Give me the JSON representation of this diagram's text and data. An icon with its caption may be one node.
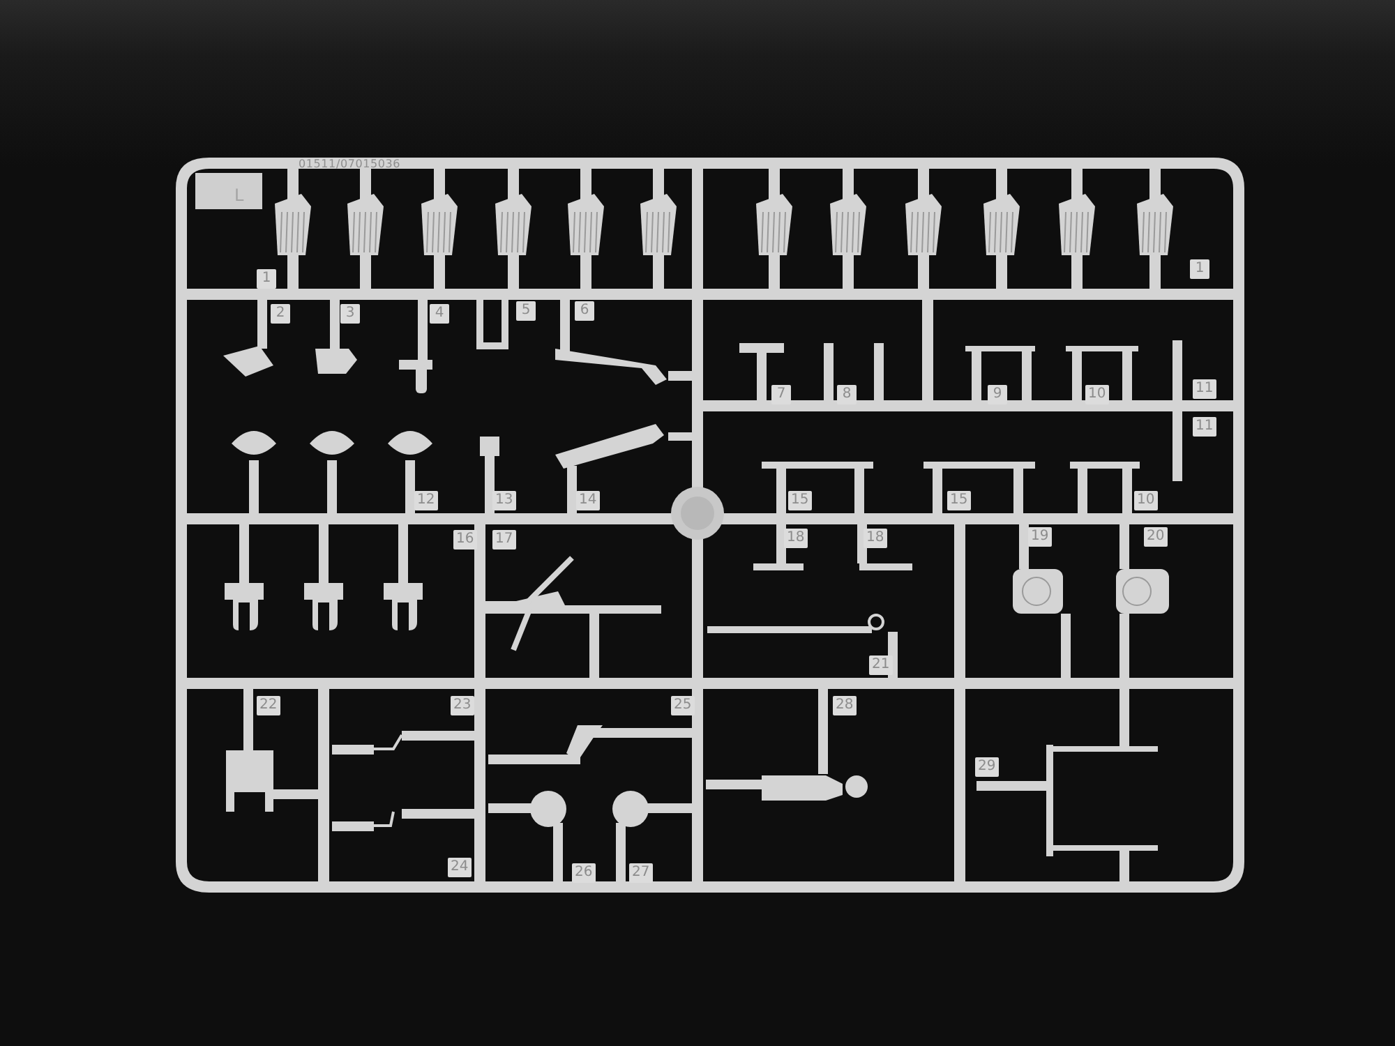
{
  "diagram": {
    "labels": [
      "01511/07015036",
      "L",
      "1",
      "1",
      "2",
      "3",
      "4",
      "5",
      "6",
      "7",
      "8",
      "9",
      "10",
      "11",
      "11",
      "12",
      "13",
      "14",
      "15",
      "15",
      "10",
      "16",
      "17",
      "18",
      "18",
      "19",
      "20",
      "21",
      "22",
      "23",
      "25",
      "28",
      "29",
      "24",
      "26",
      "27"
    ]
  }
}
